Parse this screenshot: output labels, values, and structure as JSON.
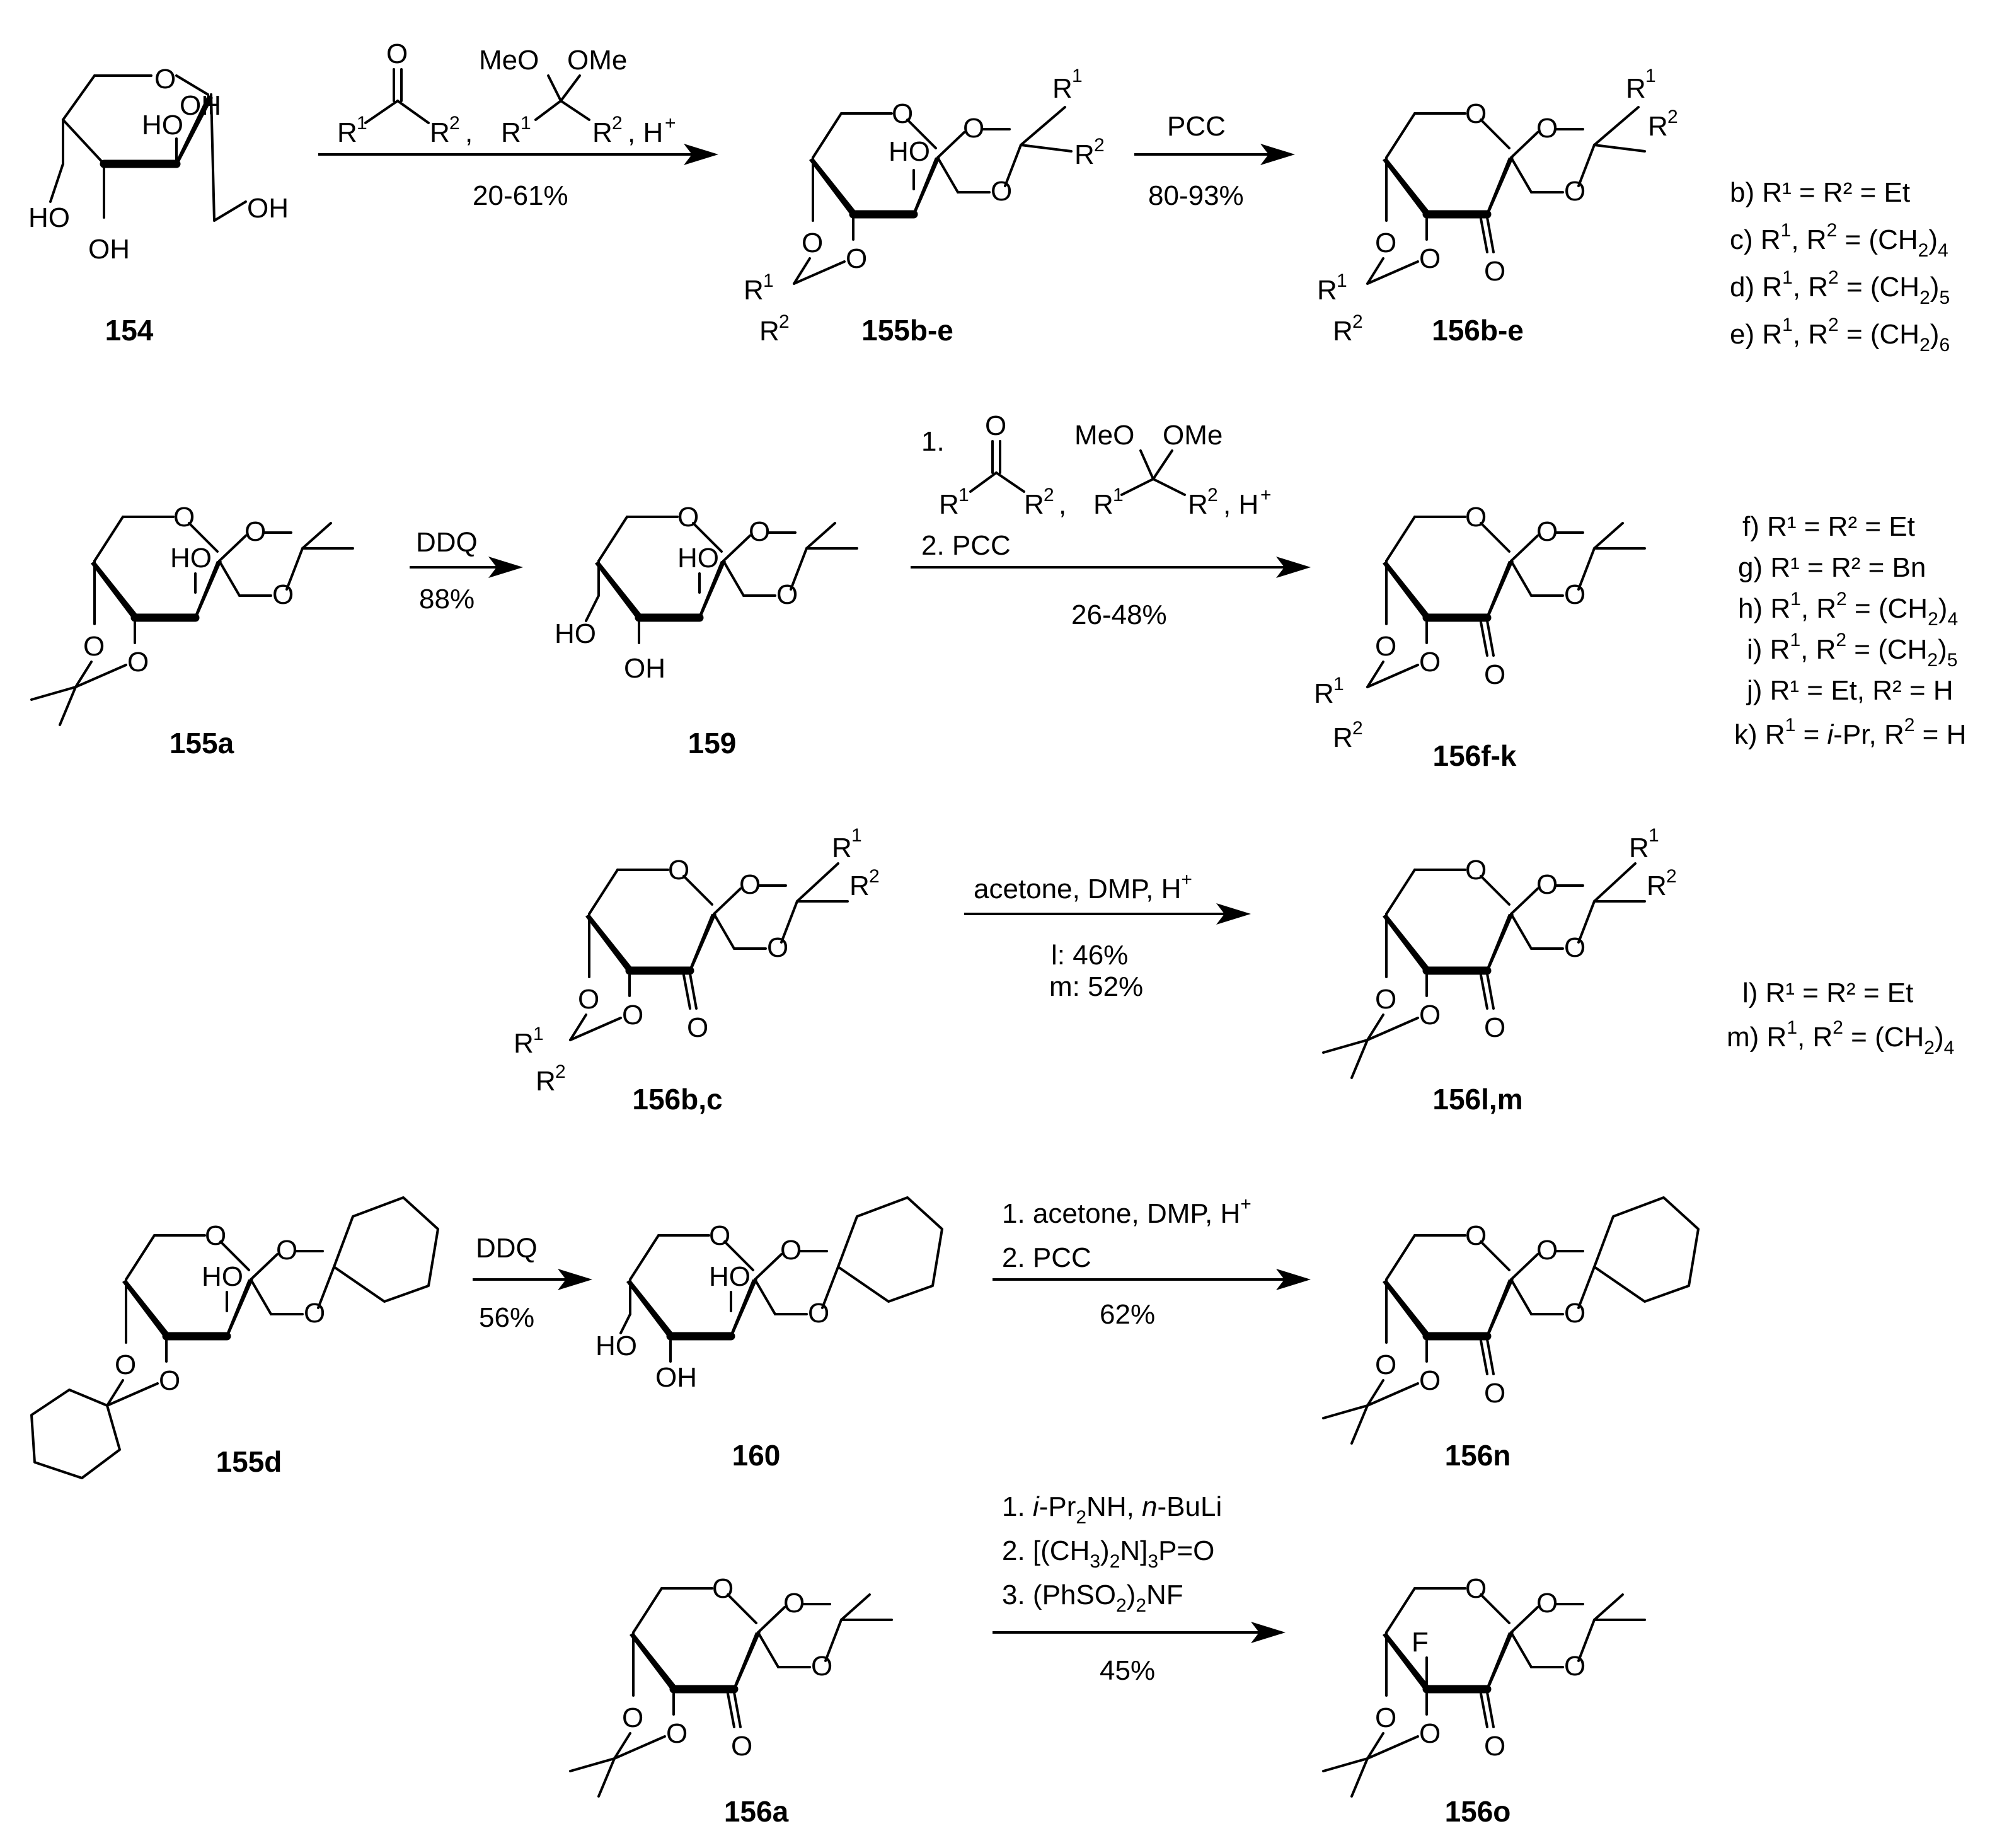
{
  "compounds": {
    "c154": "154",
    "c155be": "155b-e",
    "c156be": "156b-e",
    "c155a": "155a",
    "c159": "159",
    "c156fk": "156f-k",
    "c156bc": "156b,c",
    "c156lm": "156l,m",
    "c155d": "155d",
    "c160": "160",
    "c156n": "156n",
    "c156a": "156a",
    "c156o": "156o"
  },
  "reactions": {
    "r1_yield": "20-61%",
    "r2_reagent": "PCC",
    "r2_yield": "80-93%",
    "r3_reagent": "DDQ",
    "r3_yield": "88%",
    "r4_step1": "1.",
    "r4_step2": "2. PCC",
    "r4_yield": "26-48%",
    "r5_reagent": "acetone, DMP, H",
    "r5_yield_l": "l:   46%",
    "r5_yield_m": "m: 52%",
    "r6_reagent": "DDQ",
    "r6_yield": "56%",
    "r7_step1": "1. acetone, DMP, H",
    "r7_step2": "2. PCC",
    "r7_yield": "62%",
    "r8_step3": "3. (PhSO",
    "r8_yield": "45%"
  },
  "legend_be": [
    "b) R¹ = R² = Et"
  ],
  "legend_fk": [
    "f) R¹ = R² = Et",
    "g) R¹ = R² = Bn",
    "j) R¹ = Et, R² = H"
  ],
  "legend_lm": [
    "l) R¹ = R² = Et"
  ]
}
